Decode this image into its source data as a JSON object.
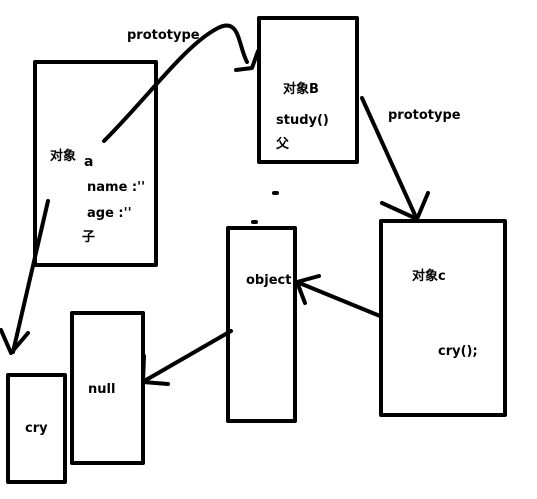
{
  "diagram": {
    "stroke_color": "#000000",
    "background": "#ffffff",
    "box_a": {
      "title_prefix": "对象",
      "title_suffix": "a",
      "field1": "name :''",
      "field2": "age :''",
      "role": "子"
    },
    "box_b": {
      "title": "对象B",
      "method": "study()",
      "role": "父"
    },
    "box_c": {
      "title": "对象c",
      "method": "cry();"
    },
    "box_object": {
      "label": "object"
    },
    "box_null": {
      "label": "null"
    },
    "box_cry": {
      "label": "cry"
    },
    "edge_labels": {
      "a_to_b": "prototype",
      "b_to_c": "prototype"
    }
  }
}
